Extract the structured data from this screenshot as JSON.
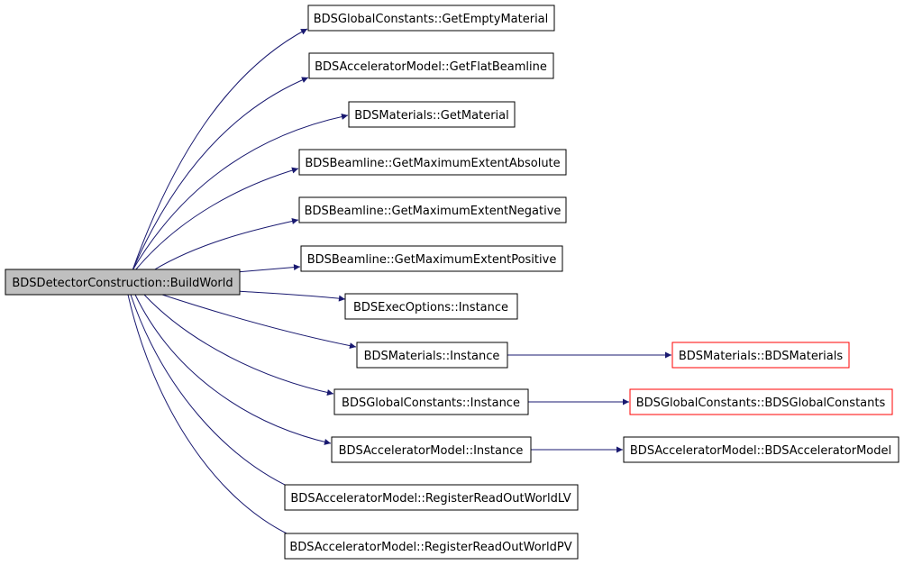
{
  "graph": {
    "root": "BDSDetectorConstruction::BuildWorld",
    "callees": [
      "BDSGlobalConstants::GetEmptyMaterial",
      "BDSAcceleratorModel::GetFlatBeamline",
      "BDSMaterials::GetMaterial",
      "BDSBeamline::GetMaximumExtentAbsolute",
      "BDSBeamline::GetMaximumExtentNegative",
      "BDSBeamline::GetMaximumExtentPositive",
      "BDSExecOptions::Instance",
      "BDSMaterials::Instance",
      "BDSGlobalConstants::Instance",
      "BDSAcceleratorModel::Instance",
      "BDSAcceleratorModel::RegisterReadOutWorldLV",
      "BDSAcceleratorModel::RegisterReadOutWorldPV"
    ],
    "second_level": [
      {
        "from": "BDSMaterials::Instance",
        "label": "BDSMaterials::BDSMaterials",
        "undocumented": true
      },
      {
        "from": "BDSGlobalConstants::Instance",
        "label": "BDSGlobalConstants::BDSGlobalConstants",
        "undocumented": true
      },
      {
        "from": "BDSAcceleratorModel::Instance",
        "label": "BDSAcceleratorModel::BDSAcceleratorModel",
        "undocumented": false
      }
    ]
  },
  "colors": {
    "root_fill": "#bfbfbf",
    "node_border": "#000000",
    "undocumented_border": "#ff0000",
    "edge": "#191970"
  }
}
